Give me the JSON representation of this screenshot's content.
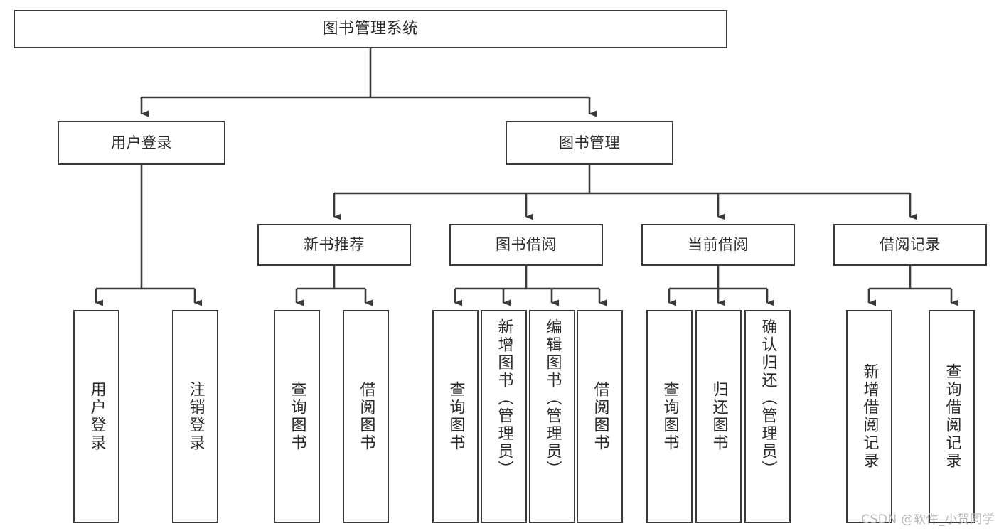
{
  "diagram": {
    "title": "图书管理系统",
    "type": "tree",
    "watermark": "CSDN @软件_小贺同学",
    "stroke_color": "#3a3a3a",
    "text_color": "#2b2b2b",
    "background_color": "#ffffff",
    "watermark_color": "#b9b9b9"
  },
  "root": {
    "label": "图书管理系统"
  },
  "level2": [
    {
      "label": "用户登录"
    },
    {
      "label": "图书管理"
    }
  ],
  "level3": [
    {
      "label": "新书推荐"
    },
    {
      "label": "图书借阅"
    },
    {
      "label": "当前借阅"
    },
    {
      "label": "借阅记录"
    }
  ],
  "leaves": {
    "user_login": [
      {
        "label": "用户登录"
      },
      {
        "label": "注销登录"
      }
    ],
    "new_book_recommend": [
      {
        "label": "查询图书"
      },
      {
        "label": "借阅图书"
      }
    ],
    "book_borrow": [
      {
        "label": "查询图书"
      },
      {
        "label": "新增图书（管理员）"
      },
      {
        "label": "编辑图书（管理员）"
      },
      {
        "label": "借阅图书"
      }
    ],
    "current_borrow": [
      {
        "label": "查询图书"
      },
      {
        "label": "归还图书"
      },
      {
        "label": "确认归还（管理员）"
      }
    ],
    "borrow_record": [
      {
        "label": "新增借阅记录"
      },
      {
        "label": "查询借阅记录"
      }
    ]
  }
}
